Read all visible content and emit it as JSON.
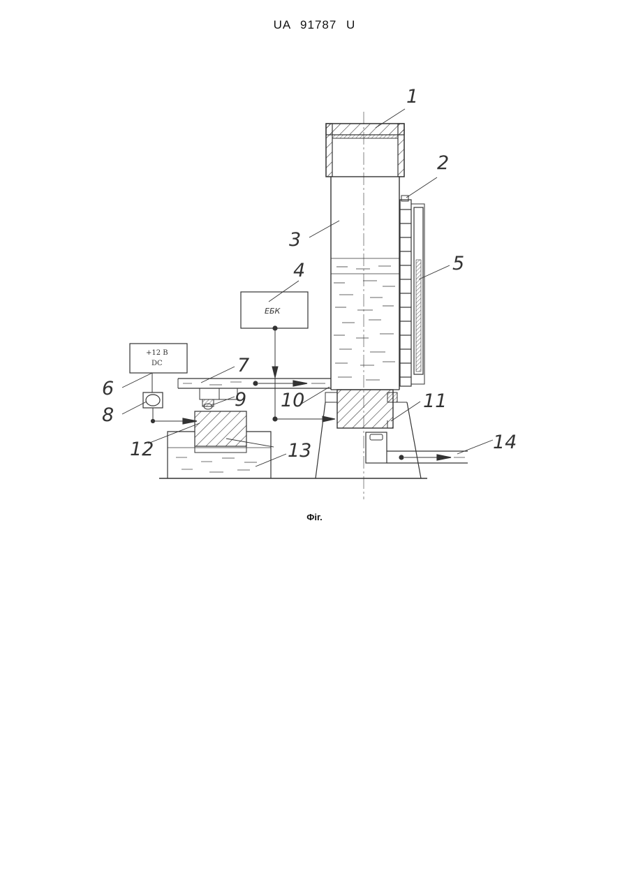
{
  "header": {
    "document_number": "UA 91787 U"
  },
  "figure": {
    "caption": "Фіг.",
    "callouts": [
      "1",
      "2",
      "3",
      "4",
      "5",
      "6",
      "7",
      "8",
      "9",
      "10",
      "11",
      "12",
      "13",
      "14"
    ],
    "block_ebk_label": "ЕБК",
    "power_supply_line1": "+12 В",
    "power_supply_line2": "DC",
    "line_color": "#333333"
  }
}
